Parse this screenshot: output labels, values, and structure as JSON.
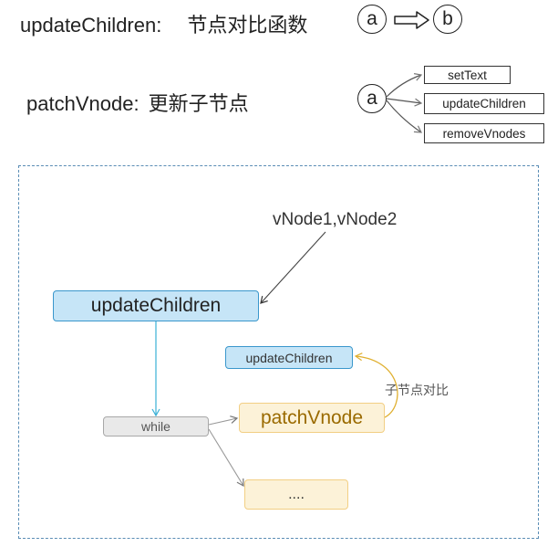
{
  "header1": {
    "name": "updateChildren",
    "colon": ":",
    "desc": "节点对比函数",
    "circle_a": "a",
    "circle_b": "b"
  },
  "header2": {
    "name": "patchVnode",
    "colon": ":",
    "desc": "更新子节点",
    "circle_a": "a",
    "targets": [
      "setText",
      "updateChildren",
      "removeVnodes"
    ]
  },
  "diagram": {
    "input_label": "vNode1,vNode2",
    "main_node": "updateChildren",
    "loop_node": "while",
    "patch_node": "patchVnode",
    "recursive_node": "updateChildren",
    "compare_label": "子节点对比",
    "more_node": "...."
  },
  "colors": {
    "blue_fill": "#c6e5f7",
    "blue_border": "#3a97cc",
    "yellow_fill": "#fcf2d8",
    "yellow_border": "#f2cf84",
    "frame_border": "#5a8db5"
  }
}
